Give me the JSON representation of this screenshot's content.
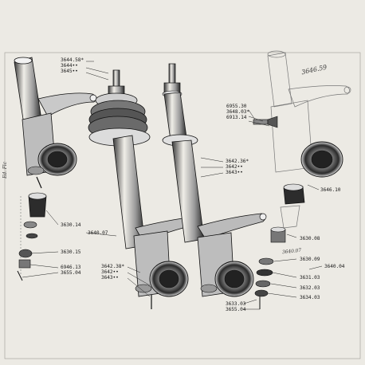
{
  "labels": {
    "l_3644_58": "3644.58*",
    "l_3644": "3644••",
    "l_3645": "3645••",
    "l_6955_30": "6955.30",
    "l_3648_03": "3648.03*",
    "l_6913_14": "6913.14",
    "l_3642_36": "3642.36*",
    "l_3642_top": "3642••",
    "l_3643_top": "3643••",
    "l_3646_10": "3646.10",
    "l_3630_14": "3630.14",
    "l_3640_07": "3640.07",
    "l_3630_15": "3630.15",
    "l_6946_13": "6946.13",
    "l_3655_04_left": "3655.04",
    "l_3642_38": "3642.38*",
    "l_3642_bot": "3642••",
    "l_3643_bot": "3643••",
    "l_3630_08": "3630.08",
    "l_3630_09": "3630.09",
    "l_3640_04": "3640.04",
    "l_3631_03": "3631.03",
    "l_3632_03": "3632.03",
    "l_3634_03": "3634.03",
    "l_3633_03": "3633.03",
    "l_3655_04_right": "3655.04"
  },
  "handwriting": {
    "top_right": "3646.59",
    "middle": "3640.07",
    "left_margin": "Ed. Flc"
  },
  "colors": {
    "paper": "#eceae4",
    "ink": "#1c1c1c",
    "shade": "#6a6a6a",
    "pencil": "#4a4a4a"
  }
}
